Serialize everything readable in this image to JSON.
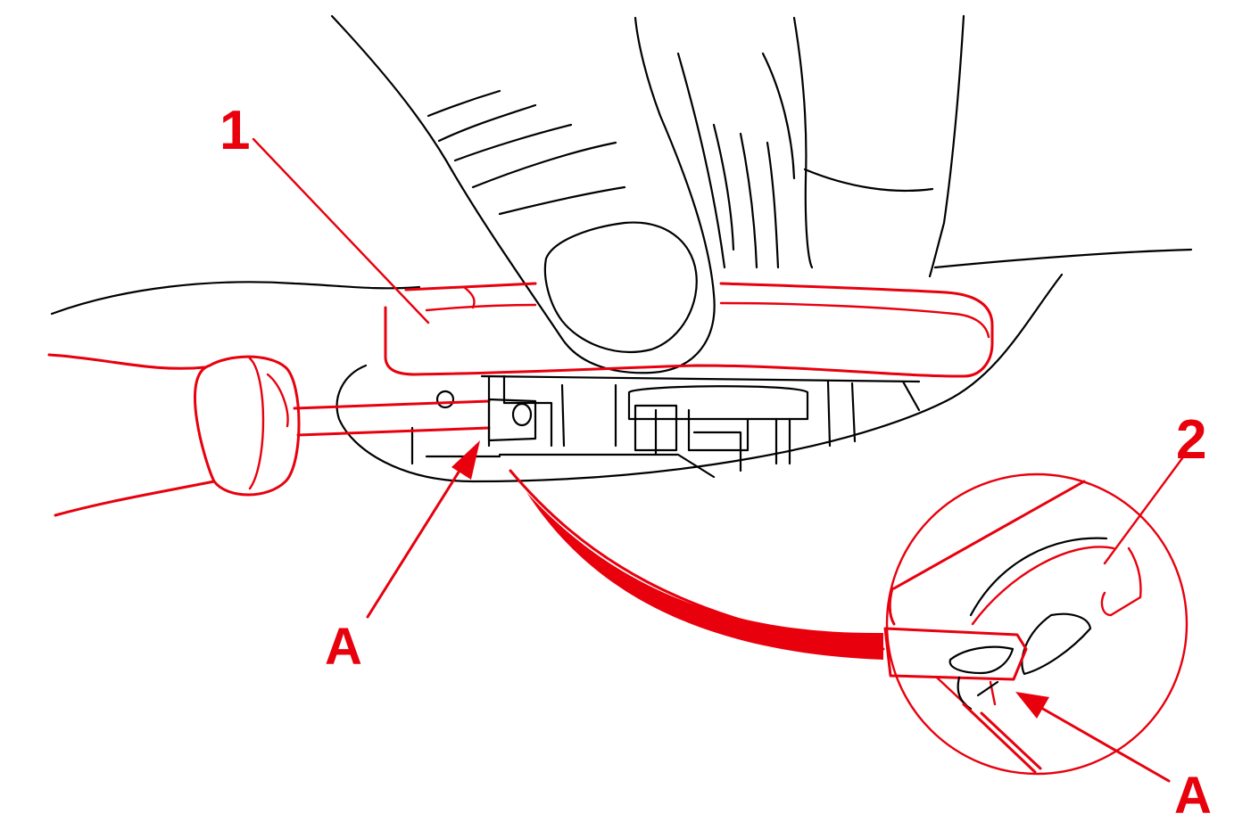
{
  "figure": {
    "accent_color": "#e8000d",
    "line_color": "#000000",
    "background_color": "#ffffff"
  },
  "callouts": {
    "item_1": "1",
    "item_2": "2",
    "point_a_main": "A",
    "point_a_detail": "A"
  }
}
